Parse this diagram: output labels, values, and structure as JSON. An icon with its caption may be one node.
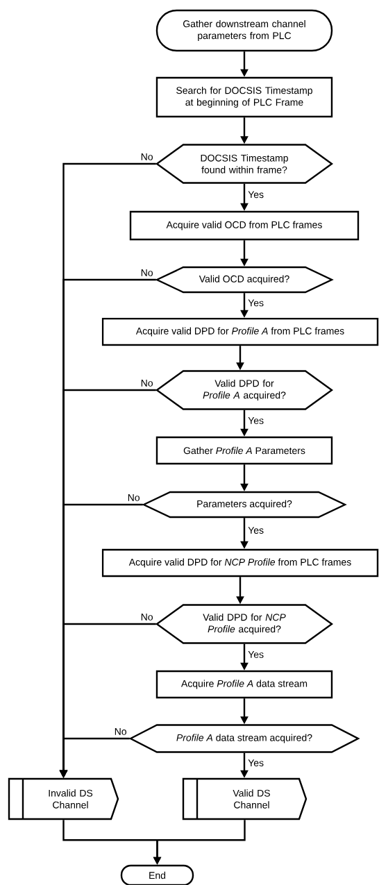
{
  "diagram": {
    "nodes": [
      {
        "text": [
          "Gather downstream channel parameters from PLC"
        ]
      },
      {
        "text": [
          "Search for DOCSIS Timestamp at beginning of PLC Frame"
        ]
      },
      {
        "text": [
          "DOCSIS Timestamp found within frame?"
        ]
      },
      {
        "text": [
          "Acquire valid OCD from PLC frames"
        ]
      },
      {
        "text": [
          "Valid OCD acquired?"
        ]
      },
      {
        "text": [
          "Acquire valid DPD for *Profile A* from PLC frames"
        ]
      },
      {
        "text": [
          "Valid DPD for *Profile A* acquired?"
        ]
      },
      {
        "text": [
          "Gather *Profile A* Parameters"
        ]
      },
      {
        "text": [
          "Parameters acquired?"
        ]
      },
      {
        "text": [
          "Acquire valid DPD for *NCP Profile* from PLC frames"
        ]
      },
      {
        "text": [
          "Valid DPD for *NCP Profile* acquired?"
        ]
      },
      {
        "text": [
          "Acquire *Profile A* data stream"
        ]
      },
      {
        "text": [
          "*Profile A* data stream acquired?"
        ]
      },
      {
        "text": [
          "Invalid DS Channel"
        ]
      },
      {
        "text": [
          "Valid DS Channel"
        ]
      },
      {
        "text": [
          "End"
        ]
      }
    ],
    "edges": [
      {
        "from": 0,
        "to": 1,
        "arrow": "to"
      },
      {
        "from": 1,
        "to": 2,
        "arrow": "to"
      },
      {
        "from": 2,
        "to": 3,
        "arrow": "to",
        "label": "Yes"
      },
      {
        "from": 2,
        "to": 13,
        "arrow": "to",
        "label": "No"
      },
      {
        "from": 3,
        "to": 4,
        "arrow": "to"
      },
      {
        "from": 4,
        "to": 5,
        "arrow": "to",
        "label": "Yes"
      },
      {
        "from": 4,
        "to": 13,
        "arrow": "to",
        "label": "No"
      },
      {
        "from": 5,
        "to": 6,
        "arrow": "to"
      },
      {
        "from": 6,
        "to": 7,
        "arrow": "to",
        "label": "Yes"
      },
      {
        "from": 6,
        "to": 13,
        "arrow": "to",
        "label": "No"
      },
      {
        "from": 7,
        "to": 8,
        "arrow": "to"
      },
      {
        "from": 8,
        "to": 9,
        "arrow": "to",
        "label": "Yes"
      },
      {
        "from": 8,
        "to": 13,
        "arrow": "to",
        "label": "No"
      },
      {
        "from": 9,
        "to": 10,
        "arrow": "to"
      },
      {
        "from": 10,
        "to": 11,
        "arrow": "to",
        "label": "Yes"
      },
      {
        "from": 10,
        "to": 13,
        "arrow": "to",
        "label": "No"
      },
      {
        "from": 11,
        "to": 12,
        "arrow": "to"
      },
      {
        "from": 12,
        "to": 14,
        "arrow": "to",
        "label": "Yes"
      },
      {
        "from": 12,
        "to": 13,
        "arrow": "to",
        "label": "No"
      },
      {
        "from": 13,
        "to": 15,
        "arrow": "to"
      },
      {
        "from": 14,
        "to": 15,
        "arrow": "to"
      }
    ]
  }
}
